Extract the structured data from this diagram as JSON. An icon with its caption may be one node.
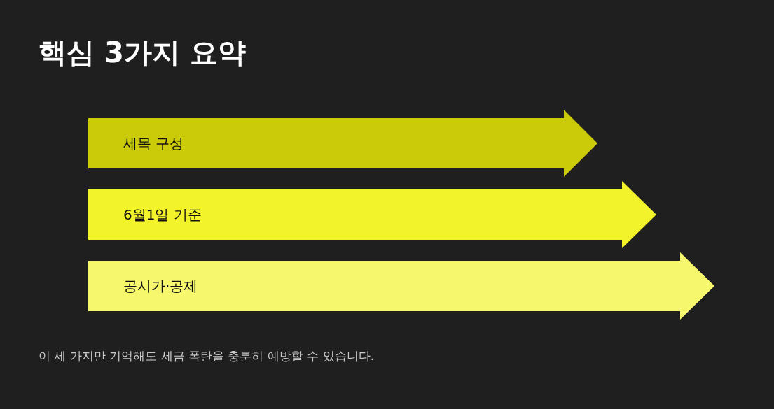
{
  "diagram": {
    "title": "핵심 3가지 요약",
    "nodes": [
      {
        "text": [
          "세목 구성"
        ]
      },
      {
        "text": [
          "6월1일 기준"
        ]
      },
      {
        "text": [
          "공시가·공제"
        ]
      }
    ],
    "edges": [],
    "caption": "이 세 가지만 기억해도 세금 폭탄을 충분히 예방할 수 있습니다."
  }
}
